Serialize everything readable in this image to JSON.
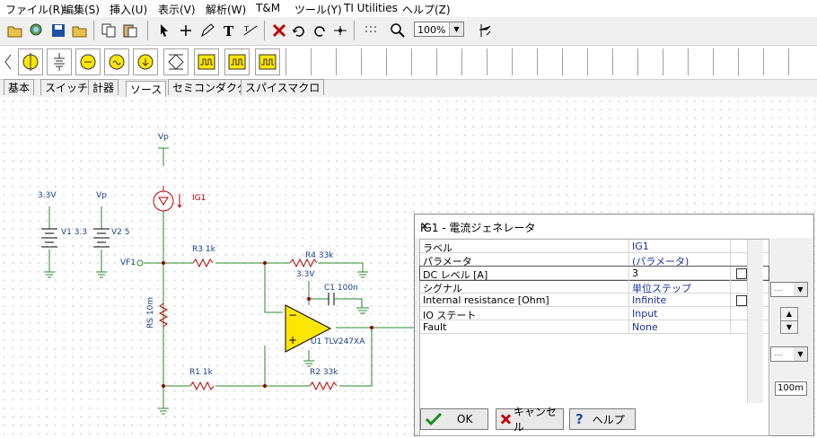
{
  "menu": [
    "ファイル(R)",
    "編集(S)",
    "挿入(U)",
    "表示(V)",
    "解析(W)",
    "T&M",
    "ツール(Y)",
    "TI Utilities",
    "ヘルプ(Z)"
  ],
  "toolbar": {
    "zoom_value": "100%"
  },
  "tabs": [
    "基本",
    "スイッチ",
    "計器",
    "ソース",
    "セミコンダクタ",
    "スパイスマクロ"
  ],
  "schematic": {
    "vp_top": "Vp",
    "ig1": "IG1",
    "v1_val": "3.3V",
    "v1_name": "V1 3.3",
    "v2_val": "Vp",
    "v2_name": "V2 5",
    "vf1": "VF1",
    "r3": "R3 1k",
    "r4": "R4 33k",
    "r4_val": "3.3V",
    "c1": "C1 100n",
    "rs": "RS 10m",
    "u1": "U1 TLV247XA",
    "r1": "R1 1k",
    "r2": "R2 33k"
  },
  "dialog": {
    "title": "IG1 - 電流ジェネレータ",
    "close": "✕",
    "rows": [
      {
        "k": "ラベル",
        "v": "IG1"
      },
      {
        "k": "パラメータ",
        "v": "(パラメータ)"
      },
      {
        "k": "DC レベル [A]",
        "v": "3"
      },
      {
        "k": "シグナル",
        "v": "単位ステップ"
      },
      {
        "k": "Internal resistance [Ohm]",
        "v": "Infinite"
      },
      {
        "k": "IO ステート",
        "v": "Input"
      },
      {
        "k": "Fault",
        "v": "None"
      }
    ],
    "ok": "OK",
    "cancel": "キャンセル",
    "help": "ヘルプ",
    "side_value": "100m",
    "side_sel1": "---",
    "side_sel2": "---"
  }
}
